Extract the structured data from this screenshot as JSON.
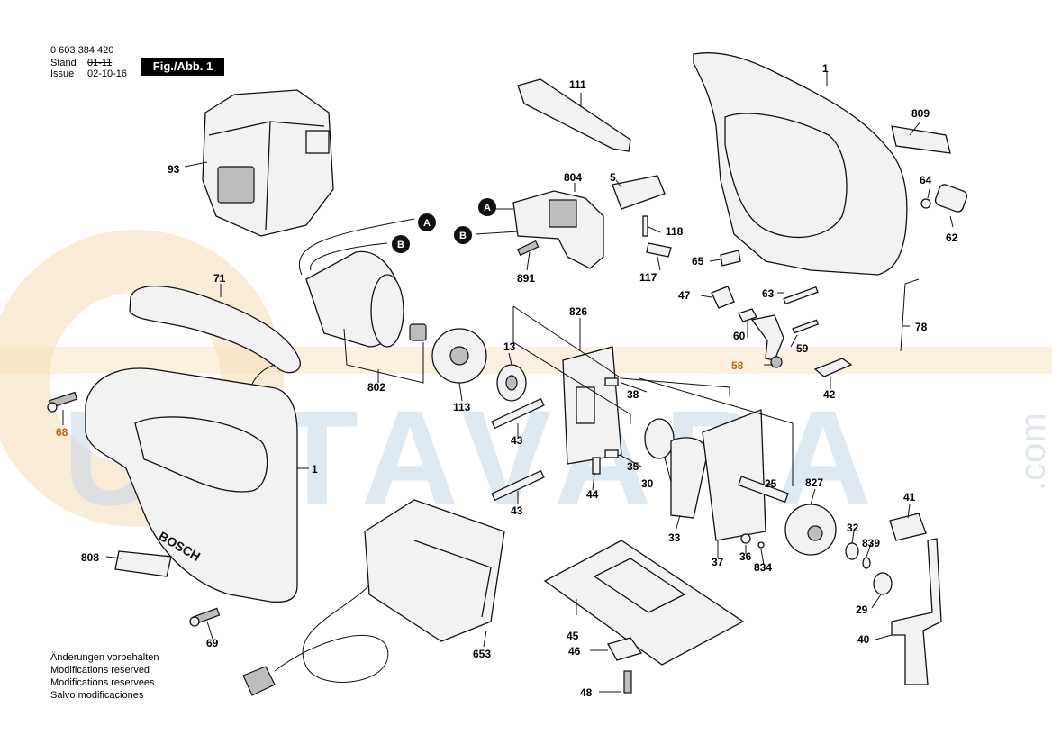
{
  "header": {
    "part_number": "0 603 384 420",
    "stand_label": "Stand",
    "stand_value": "01-11",
    "issue_label": "Issue",
    "issue_value": "02-10-16",
    "figure_label": "Fig./Abb. 1"
  },
  "watermark": {
    "text": "USTAVARA",
    "suffix": ".com"
  },
  "notes": [
    "Änderungen vorbehalten",
    "Modifications reserved",
    "Modifications reservees",
    "Salvo modificaciones"
  ],
  "connector_labels": {
    "a": "A",
    "b": "B"
  },
  "parts": {
    "p1_housing": "1",
    "p1_shell": "1",
    "p5": "5",
    "p13": "13",
    "p25": "25",
    "p29": "29",
    "p30": "30",
    "p32": "32",
    "p33": "33",
    "p35": "35",
    "p36": "36",
    "p37": "37",
    "p38": "38",
    "p40": "40",
    "p41": "41",
    "p42": "42",
    "p43a": "43",
    "p43b": "43",
    "p44": "44",
    "p45": "45",
    "p46": "46",
    "p47": "47",
    "p48": "48",
    "p58": "58",
    "p59": "59",
    "p60": "60",
    "p62": "62",
    "p63": "63",
    "p64": "64",
    "p65": "65",
    "p68": "68",
    "p69": "69",
    "p71": "71",
    "p78": "78",
    "p93": "93",
    "p111": "111",
    "p113": "113",
    "p117": "117",
    "p118": "118",
    "p653": "653",
    "p802": "802",
    "p804": "804",
    "p808": "808",
    "p809": "809",
    "p826": "826",
    "p827": "827",
    "p834": "834",
    "p839": "839",
    "p891": "891"
  },
  "brand_on_housing": "BOSCH"
}
